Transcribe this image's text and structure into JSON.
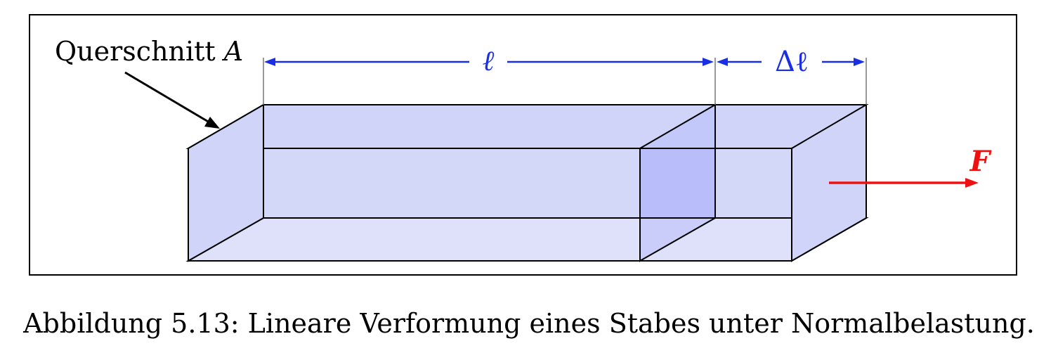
{
  "diagram": {
    "label_cross_section": "Querschnitt",
    "label_cross_section_symbol": "A",
    "label_length": "ℓ",
    "label_elongation": "Δℓ",
    "label_force": "F",
    "colors": {
      "bar_fill": "#e4e6fa",
      "bar_face": "#cfd4f8",
      "overlap": "#b9befb",
      "dimension": "#1a2ee6",
      "force": "#ee1111",
      "outline": "#000000"
    }
  },
  "caption": "Abbildung 5.13: Lineare Verformung eines Stabes unter Normalbelastung."
}
